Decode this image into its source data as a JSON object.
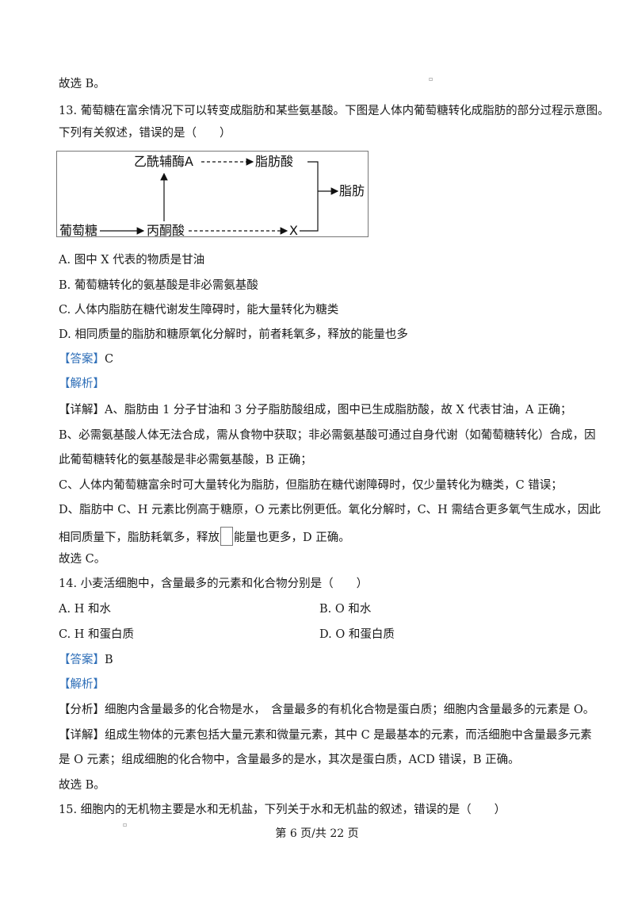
{
  "lines": {
    "prev_answer": "故选 B。",
    "q13_stem1": "13. 葡萄糖在富余情况下可以转变成脂肪和某些氨基酸。下图是人体内葡萄糖转化成脂肪的部分过程示意图。",
    "q13_stem2": "下列有关叙述，错误的是（　　）",
    "q13_a": "A. 图中 X 代表的物质是甘油",
    "q13_b": "B. 葡萄糖转化的氨基酸是非必需氨基酸",
    "q13_c": "C. 人体内脂肪在糖代谢发生障碍时，能大量转化为糖类",
    "q13_d": "D. 相同质量的脂肪和糖原氧化分解时，前者耗氧多，释放的能量也多",
    "q13_answer_tag": "【答案】",
    "q13_answer": "C",
    "q13_analysis_tag": "【解析】",
    "q13_detail_tag": "【详解】",
    "q13_detail1": "A、脂肪由 1 分子甘油和 3 分子脂肪酸组成，图中已生成脂肪酸，故 X 代表甘油，A 正确；",
    "q13_detail2": "B、必需氨基酸人体无法合成，需从食物中获取；非必需氨基酸可通过自身代谢（如葡萄糖转化）合成，因",
    "q13_detail3": "此葡萄糖转化的氨基酸是非必需氨基酸，B 正确；",
    "q13_detail4": "C、人体内葡萄糖富余时可大量转化为脂肪，但脂肪在糖代谢障碍时，仅少量转化为糖类，C 错误；",
    "q13_detail5": "D、脂肪中 C、H 元素比例高于糖原，O 元素比例更低。氧化分解时，C、H 需结合更多氧气生成水，因此",
    "q13_detail6a": "相同质量下，脂肪耗氧多，释放",
    "q13_detail6b": "能量也更多，D 正确。",
    "q13_choose": "故选 C。",
    "q14_stem": "14. 小麦活细胞中，含量最多的元素和化合物分别是（　　）",
    "q14_a": "A. H 和水",
    "q14_b": "B. O 和水",
    "q14_c": "C. H 和蛋白质",
    "q14_d": "D. O 和蛋白质",
    "q14_answer_tag": "【答案】",
    "q14_answer": "B",
    "q14_analysis_tag": "【解析】",
    "q14_fenxi_tag": "【分析】",
    "q14_fenxi": "细胞内含量最多的化合物是水，　含量最多的有机化合物是蛋白质；细胞内含量最多的元素是 O。",
    "q14_detail_tag": "【详解】",
    "q14_detail1": "组成生物体的元素包括大量元素和微量元素，其中 C 是最基本的元素，而活细胞中含量最多元素",
    "q14_detail2": "是 O 元素；组成细胞的化合物中，含量最多的是水，其次是蛋白质，ACD 错误，B 正确。",
    "q14_choose": "故选 B。",
    "q15_stem": "15. 细胞内的无机物主要是水和无机盐，下列关于水和无机盐的叙述，错误的是（　　）"
  },
  "diagram": {
    "acetyl_coa": "乙酰辅酶A",
    "fatty_acid": "脂肪酸",
    "fat": "脂肪",
    "glucose": "葡萄糖",
    "pyruvate": "丙酮酸",
    "x": "X"
  },
  "footer": "第 6 页/共 22 页"
}
